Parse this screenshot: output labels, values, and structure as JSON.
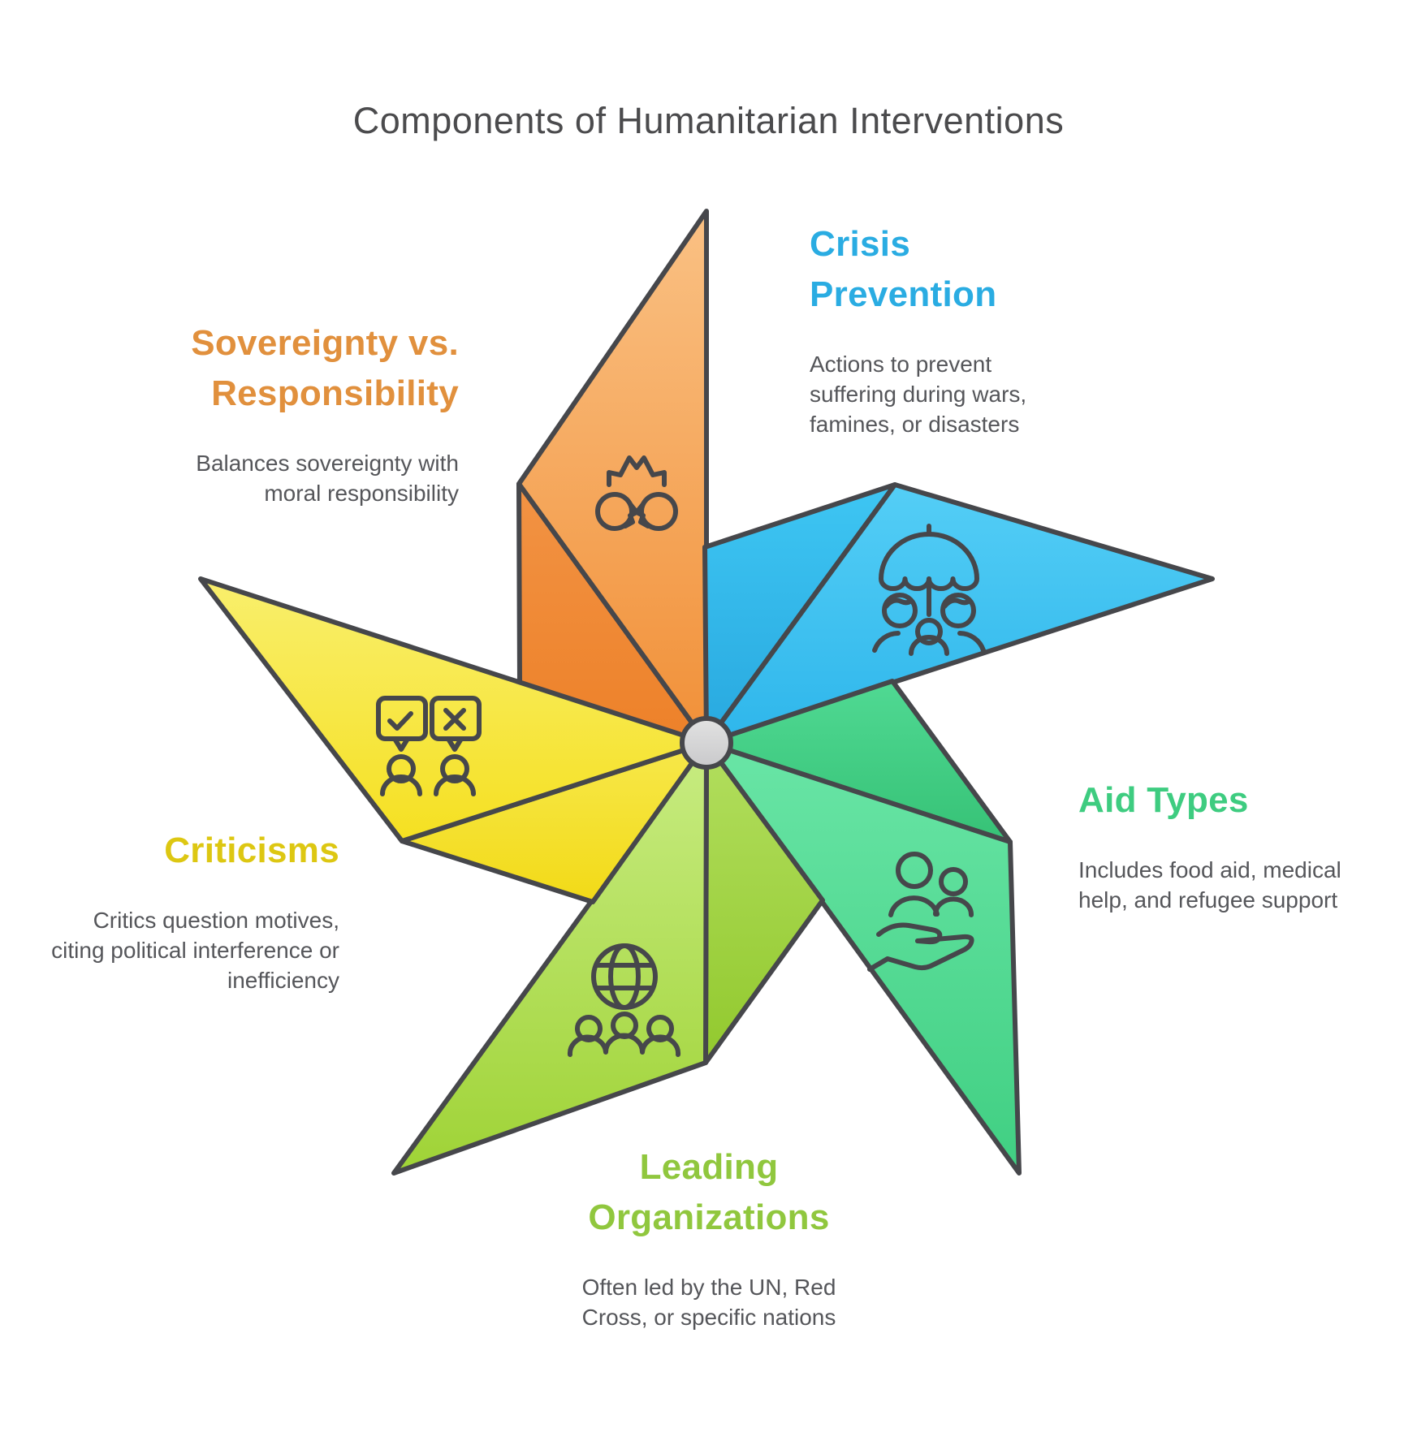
{
  "title": "Components of Humanitarian Interventions",
  "sections": [
    {
      "id": "sovereignty-vs-responsibility",
      "heading": "Sovereignty vs. Responsibility",
      "description": "Balances sovereignty with moral responsibility",
      "color": "#e1903d",
      "icon": "conflict-profiles-icon"
    },
    {
      "id": "crisis-prevention",
      "heading": "Crisis Prevention",
      "description": "Actions to prevent suffering during wars, famines, or disasters",
      "color": "#2aace2",
      "icon": "umbrella-family-icon"
    },
    {
      "id": "aid-types",
      "heading": "Aid Types",
      "description": "Includes food aid, medical help, and refugee support",
      "color": "#3ecc80",
      "icon": "hand-holding-people-icon"
    },
    {
      "id": "leading-organizations",
      "heading": "Leading Organizations",
      "description": "Often led by the UN, Red Cross, or specific nations",
      "color": "#90c73e",
      "icon": "globe-people-icon"
    },
    {
      "id": "criticisms",
      "heading": "Criticisms",
      "description": "Critics question motives, citing political interference or inefficiency",
      "color": "#ddc712",
      "icon": "approval-rejection-bubbles-icon"
    }
  ],
  "blade_colors": {
    "orange": {
      "light_top": "#fac184",
      "light_bottom": "#f19038",
      "dark_top": "#f29344",
      "dark_bottom": "#ed8129"
    },
    "blue": {
      "light_top": "#54cef6",
      "light_bottom": "#2eb6eb",
      "dark_top": "#3ec6f3",
      "dark_bottom": "#28a8df"
    },
    "green": {
      "light_top": "#69e5a6",
      "light_bottom": "#40cf82",
      "dark_top": "#50d993",
      "dark_bottom": "#36c276"
    },
    "lime": {
      "light_top": "#c8ec82",
      "light_bottom": "#9fd336",
      "dark_top": "#b2de5e",
      "dark_bottom": "#92c92e"
    },
    "yellow": {
      "light_top": "#f9ef6d",
      "light_bottom": "#f5e021",
      "dark_top": "#f7e84b",
      "dark_bottom": "#f2da17"
    }
  },
  "hub_color": "#d6d6d8",
  "outline_color": "#46474b",
  "title_color": "#4b4b4d",
  "body_text_color": "#55565a"
}
